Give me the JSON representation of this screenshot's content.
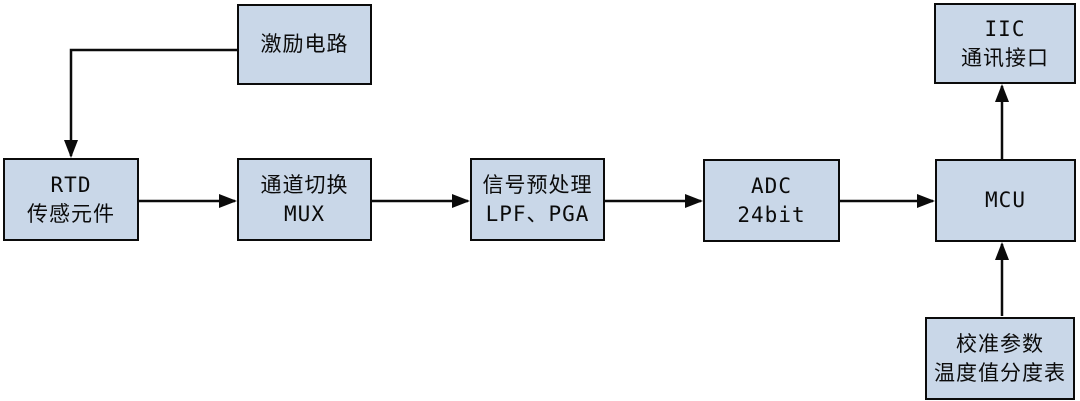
{
  "diagram": {
    "type": "block-diagram",
    "boxes": {
      "excitation": {
        "line1": "激励电路"
      },
      "rtd": {
        "line1": "RTD",
        "line2": "传感元件"
      },
      "mux": {
        "line1": "通道切换",
        "line2": "MUX"
      },
      "preprocess": {
        "line1": "信号预处理",
        "line2": "LPF、PGA"
      },
      "adc": {
        "line1": "ADC",
        "line2": "24bit"
      },
      "mcu": {
        "line1": "MCU"
      },
      "iic": {
        "line1": "IIC",
        "line2": "通讯接口"
      },
      "calibration": {
        "line1": "校准参数",
        "line2": "温度值分度表"
      }
    },
    "connections": [
      {
        "from": "excitation",
        "to": "rtd"
      },
      {
        "from": "rtd",
        "to": "mux"
      },
      {
        "from": "mux",
        "to": "preprocess"
      },
      {
        "from": "preprocess",
        "to": "adc"
      },
      {
        "from": "adc",
        "to": "mcu"
      },
      {
        "from": "mcu",
        "to": "iic"
      },
      {
        "from": "calibration",
        "to": "mcu"
      }
    ]
  },
  "colors": {
    "background": "#ffffff",
    "box_fill": "#c9d7e8",
    "box_border": "#0b0b0b",
    "arrow_color": "#0b0b0b",
    "text_color": "#0b0b0b"
  }
}
